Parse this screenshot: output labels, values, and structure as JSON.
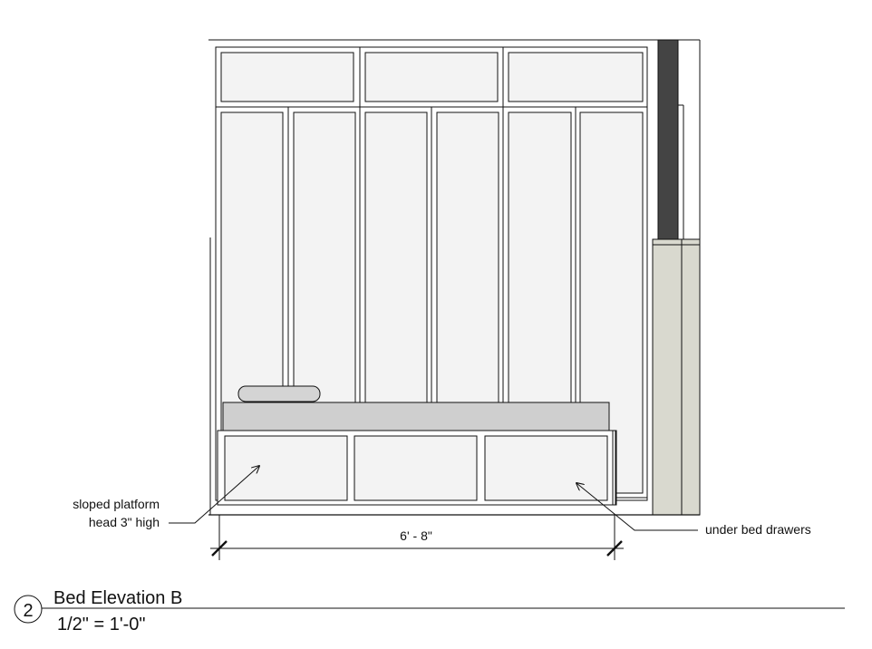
{
  "drawing": {
    "number": "2",
    "title": "Bed Elevation B",
    "scale": "1/2\" = 1'-0\"",
    "dimension": "6' - 8\"",
    "annotations": {
      "left_line1": "sloped platform",
      "left_line2": "head 3\" high",
      "right": "under bed drawers"
    }
  },
  "colors": {
    "line": "#111111",
    "panel_fill": "#f3f3f3",
    "mattress_fill": "#cfcfcf",
    "pillow_fill": "#d4d4d4",
    "post_fill": "#444444",
    "wall_fill": "#d9d9cf"
  }
}
